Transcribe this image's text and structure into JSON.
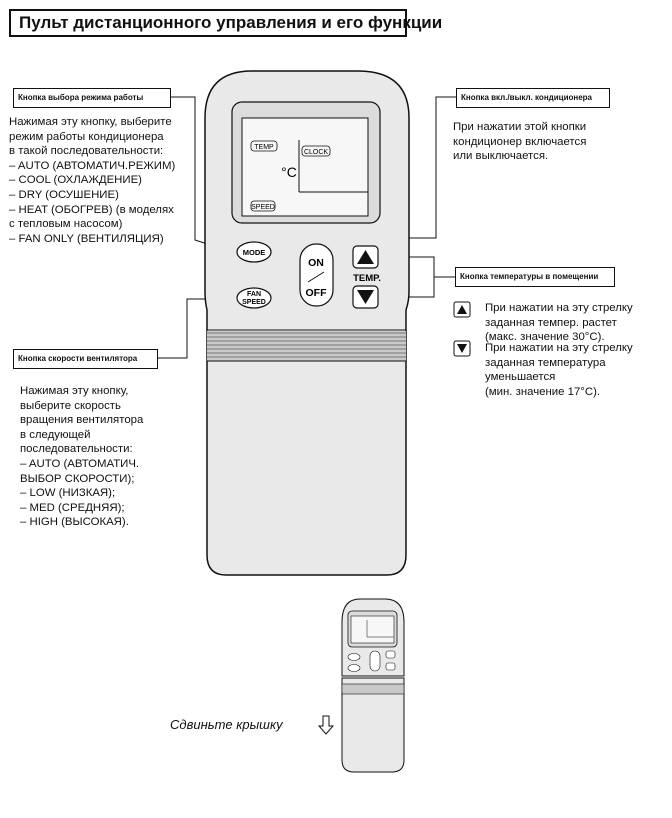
{
  "page_title": "Пульт дистанционного управления и его функции",
  "mode_section": {
    "label": "Кнопка выбора режима работы",
    "lines": [
      "Нажимая эту кнопку, выберите",
      "режим работы кондиционера",
      "в такой последовательности:",
      "– AUTO (АВТОМАТИЧ.РЕЖИМ)",
      "– COOL (ОХЛАЖДЕНИЕ)",
      "– DRY (ОСУШЕНИЕ)",
      "– HEAT (ОБОГРЕВ) (в моделях",
      "с тепловым насосом)",
      "– FAN ONLY (ВЕНТИЛЯЦИЯ)"
    ]
  },
  "power_section": {
    "label": "Кнопка вкл./выкл. кондиционера",
    "lines": [
      "При нажатии этой кнопки",
      "кондиционер включается",
      "или выключается."
    ]
  },
  "temp_section": {
    "label": "Кнопка температуры в помещении",
    "up_lines": [
      "При нажатии на эту стрелку",
      "заданная темпер. растет",
      "(макс. значение 30°C)."
    ],
    "down_lines": [
      "При нажатии на эту стрелку",
      "заданная температура",
      "уменьшается",
      "(мин. значение 17°C)."
    ]
  },
  "fan_section": {
    "label": "Кнопка скорости вентилятора",
    "lines": [
      "Нажимая эту кнопку,",
      "выберите скорость",
      "вращения вентилятора",
      "в следующей",
      "последовательности:",
      "– AUTO (АВТОМАТИЧ.",
      "ВЫБОР СКОРОСТИ);",
      "– LOW (НИЗКАЯ);",
      "– MED (СРЕДНЯЯ);",
      "– HIGH (ВЫСОКАЯ)."
    ]
  },
  "remote": {
    "display_temp": "TEMP",
    "display_unit": "°C",
    "display_clock": "CLOCK",
    "display_speed": "SPEED",
    "mode_button": "MODE",
    "fan_button_line1": "FAN",
    "fan_button_line2": "SPEED",
    "on_label": "ON",
    "off_label": "OFF",
    "temp_label": "TEMP."
  },
  "slide_caption": "Сдвиньте крышку"
}
